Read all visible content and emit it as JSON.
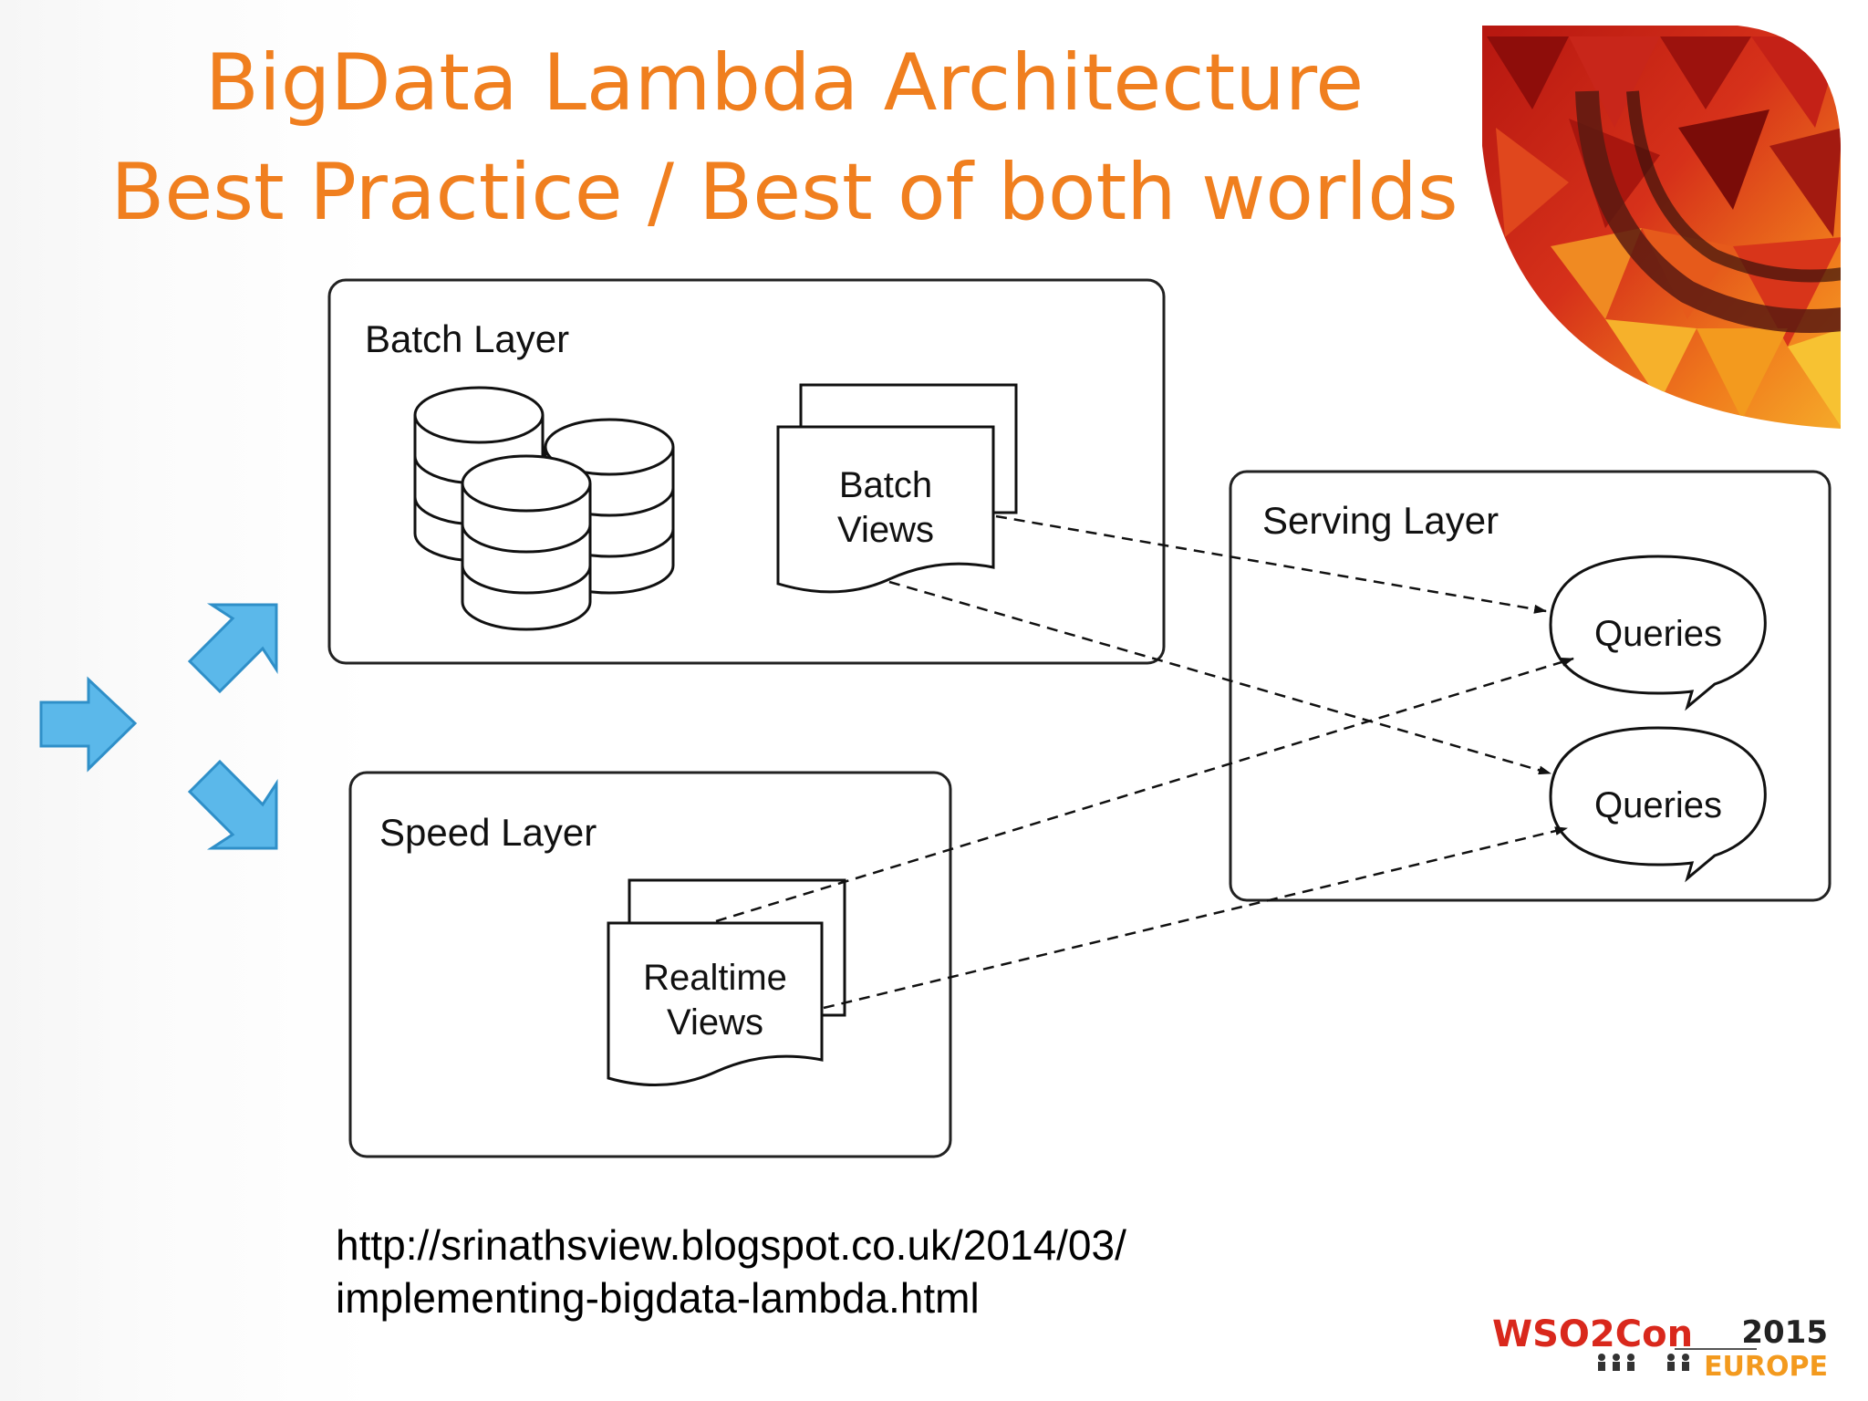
{
  "slide": {
    "title_line1": "BigData Lambda Architecture",
    "title_line2": "Best Practice / Best of both worlds"
  },
  "diagram": {
    "batch_layer": "Batch Layer",
    "batch_views": [
      "Batch",
      "Views"
    ],
    "serving_layer": "Serving Layer",
    "queries": [
      "Queries",
      "Queries"
    ],
    "speed_layer": "Speed Layer",
    "realtime_views": [
      "Realtime",
      "Views"
    ]
  },
  "source_link": {
    "line1": "http://srinathsview.blogspot.co.uk/2014/03/",
    "line2": "implementing-bigdata-lambda.html"
  },
  "logo": {
    "name": "WSO2Con",
    "year": "2015",
    "region": "EUROPE"
  },
  "colors": {
    "title": "#f07f1f",
    "arrow_fill": "#5bb8ea",
    "arrow_stroke": "#2f8fc8",
    "logo_red": "#d9281c",
    "logo_orange": "#f39a1e"
  }
}
